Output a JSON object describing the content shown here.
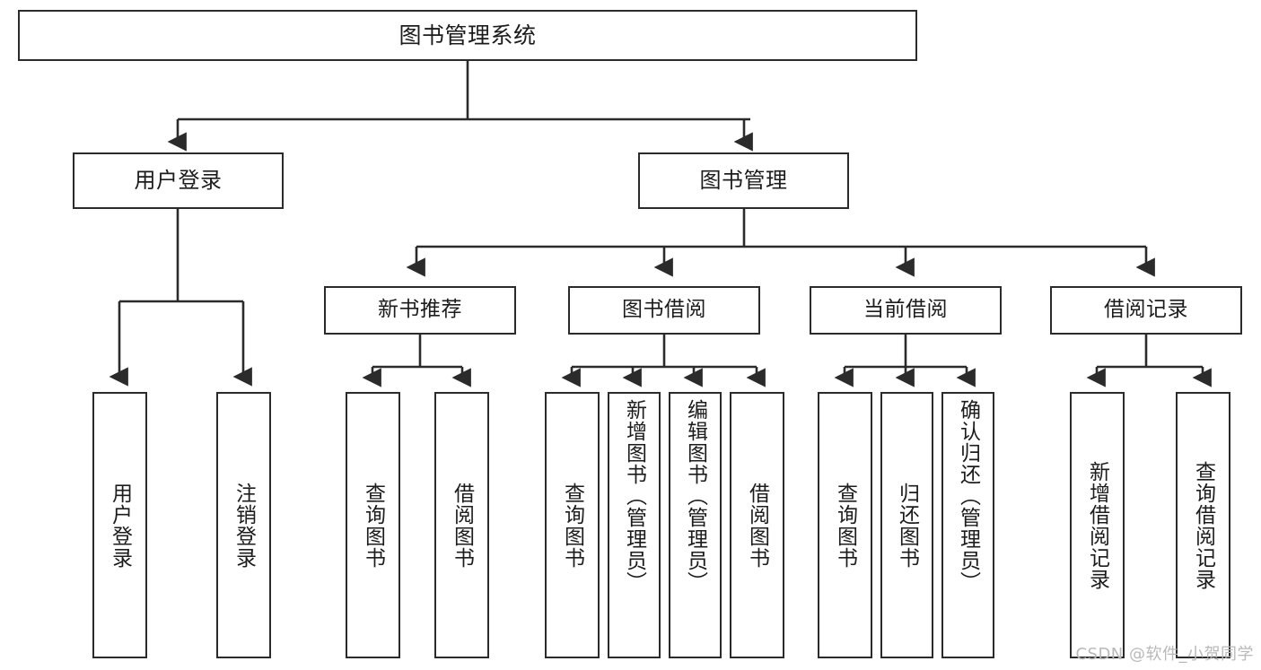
{
  "diagram": {
    "title": "图书管理系统",
    "watermark": "CSDN @软件_小贺同学",
    "root": {
      "label": "图书管理系统"
    },
    "level2": [
      {
        "label": "用户登录"
      },
      {
        "label": "图书管理"
      }
    ],
    "level3": [
      {
        "label": "新书推荐"
      },
      {
        "label": "图书借阅"
      },
      {
        "label": "当前借阅"
      },
      {
        "label": "借阅记录"
      }
    ],
    "leaves": {
      "user_login": [
        {
          "label": "用户登录"
        },
        {
          "label": "注销登录"
        }
      ],
      "new_book": [
        {
          "label": "查询图书"
        },
        {
          "label": "借阅图书"
        }
      ],
      "book_borrow": [
        {
          "label": "查询图书"
        },
        {
          "label": "新增图书（管理员）"
        },
        {
          "label": "编辑图书（管理员）"
        },
        {
          "label": "借阅图书"
        }
      ],
      "current_borrow": [
        {
          "label": "查询图书"
        },
        {
          "label": "归还图书"
        },
        {
          "label": "确认归还（管理员）"
        }
      ],
      "borrow_record": [
        {
          "label": "新增借阅记录"
        },
        {
          "label": "查询借阅记录"
        }
      ]
    }
  },
  "style": {
    "line_color": "#2b2b2b",
    "box_border": "#2b2b2b",
    "box_fill": "#ffffff",
    "text_color": "#1c1c1c",
    "watermark_color": "#b9b9b9"
  }
}
